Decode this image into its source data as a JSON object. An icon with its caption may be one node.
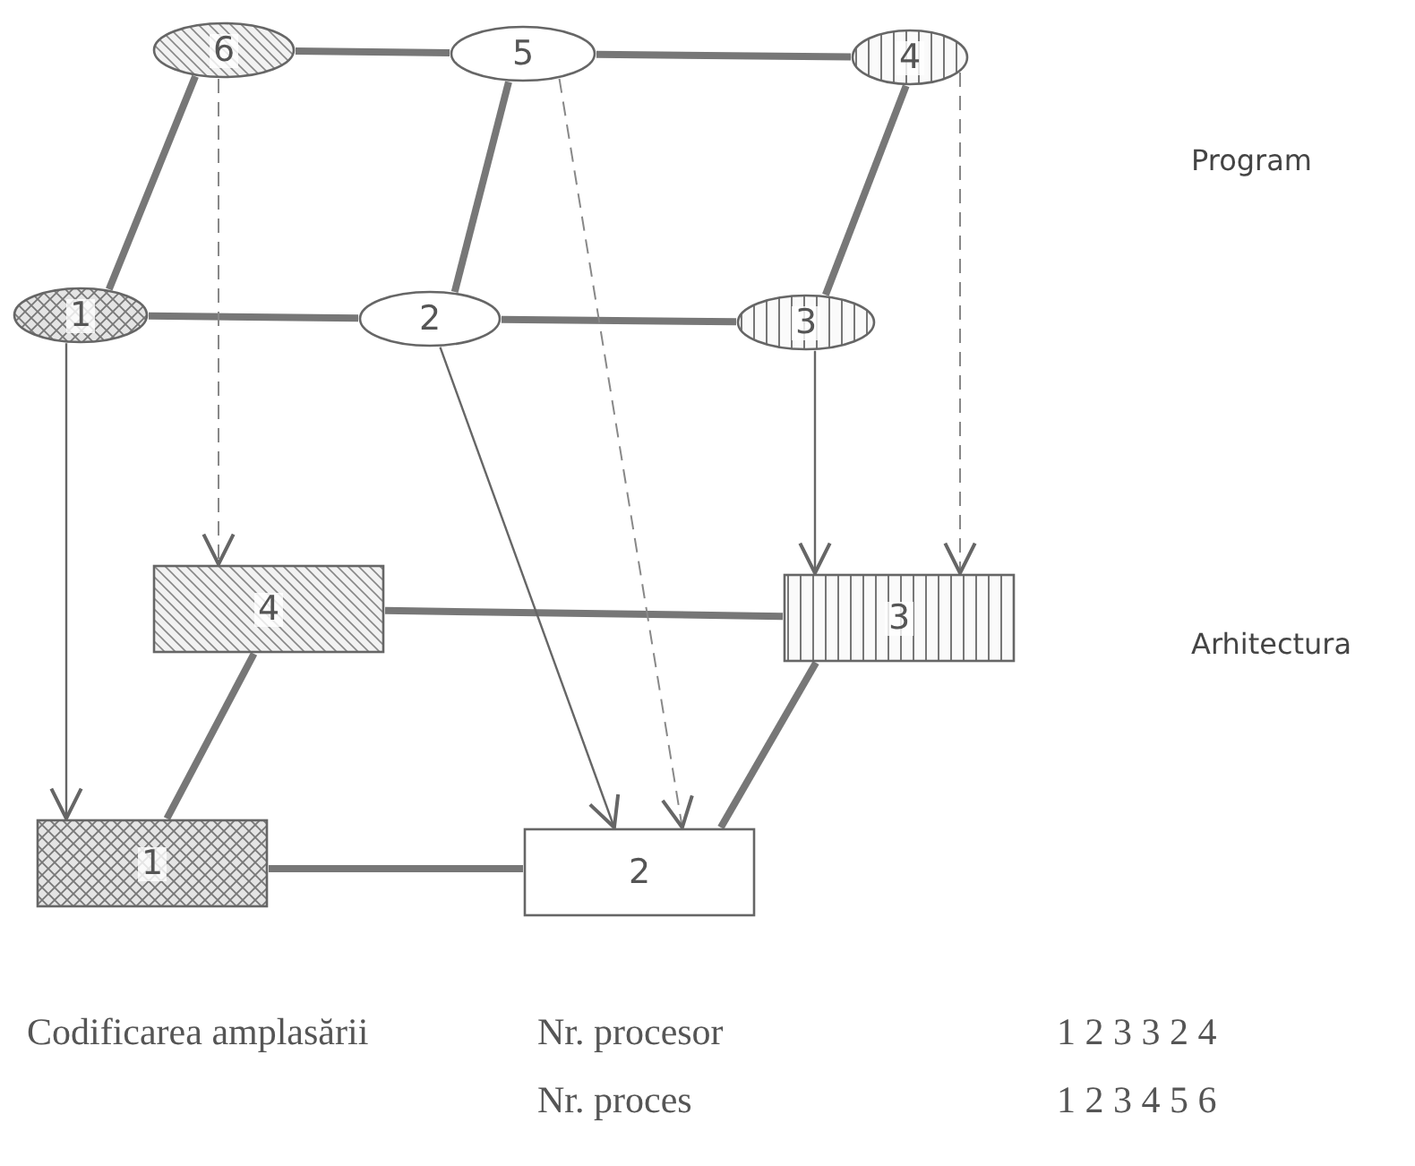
{
  "diagram": {
    "nodes": [
      {
        "text": [
          "6"
        ]
      },
      {
        "text": [
          "5"
        ]
      },
      {
        "text": [
          "4"
        ]
      },
      {
        "text": [
          "1"
        ]
      },
      {
        "text": [
          "2"
        ]
      },
      {
        "text": [
          "3"
        ]
      },
      {
        "text": [
          "4"
        ]
      },
      {
        "text": [
          "3"
        ]
      },
      {
        "text": [
          "1"
        ]
      },
      {
        "text": [
          "2"
        ]
      }
    ],
    "edges": [
      {
        "from": 0,
        "to": 1,
        "arrow": "none"
      },
      {
        "from": 1,
        "to": 2,
        "arrow": "none"
      },
      {
        "from": 0,
        "to": 3,
        "arrow": "none"
      },
      {
        "from": 1,
        "to": 4,
        "arrow": "none"
      },
      {
        "from": 2,
        "to": 5,
        "arrow": "none"
      },
      {
        "from": 3,
        "to": 4,
        "arrow": "none"
      },
      {
        "from": 4,
        "to": 5,
        "arrow": "none"
      },
      {
        "from": 6,
        "to": 7,
        "arrow": "none"
      },
      {
        "from": 6,
        "to": 8,
        "arrow": "none"
      },
      {
        "from": 7,
        "to": 9,
        "arrow": "none"
      },
      {
        "from": 8,
        "to": 9,
        "arrow": "none"
      },
      {
        "from": 3,
        "to": 8,
        "arrow": "to"
      },
      {
        "from": 4,
        "to": 9,
        "arrow": "to"
      },
      {
        "from": 5,
        "to": 7,
        "arrow": "to"
      },
      {
        "from": 2,
        "to": 7,
        "arrow": "to",
        "style": "dashed"
      },
      {
        "from": 1,
        "to": 9,
        "arrow": "to",
        "style": "dashed"
      },
      {
        "from": 0,
        "to": 6,
        "arrow": "to",
        "style": "dashed"
      }
    ],
    "labels": [
      "Program",
      "Arhitectura",
      "Codificarea amplasării",
      "Nr. procesor",
      "1 2 3 3 2 4",
      "Nr. proces",
      "1 2 3 4 5 6"
    ]
  }
}
